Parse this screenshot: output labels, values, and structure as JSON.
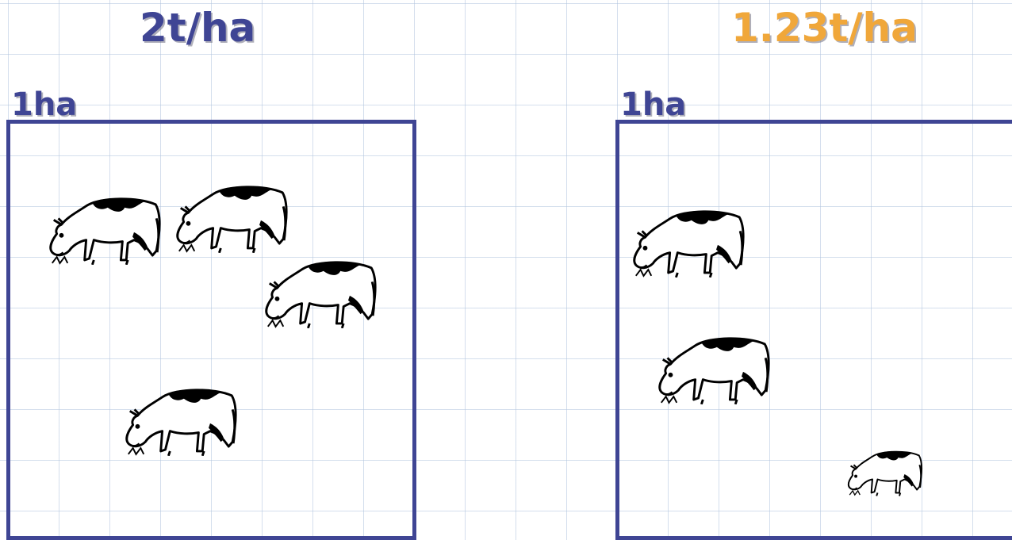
{
  "colors": {
    "primary": "#3f4594",
    "accent": "#f0a73a"
  },
  "left_panel": {
    "yield": "2t/ha",
    "area": "1ha",
    "cows": [
      "cow-icon",
      "cow-icon",
      "cow-icon",
      "cow-icon"
    ]
  },
  "right_panel": {
    "yield": "1.23t/ha",
    "area": "1ha",
    "cows": [
      "cow-icon",
      "cow-icon",
      "cow-icon"
    ]
  }
}
